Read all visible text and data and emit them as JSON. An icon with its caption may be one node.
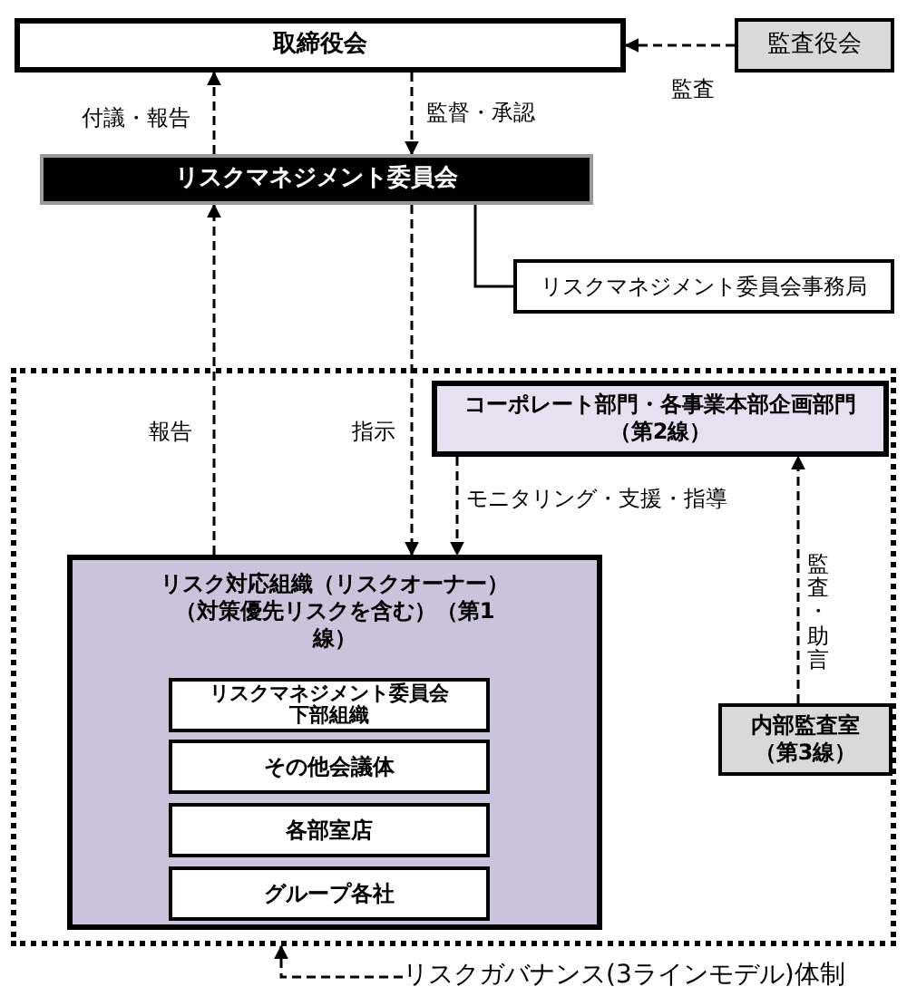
{
  "diagram": {
    "nodes": [
      {
        "text": [
          "取締役会"
        ]
      },
      {
        "text": [
          "監査役会"
        ]
      },
      {
        "text": [
          "リスクマネジメント委員会"
        ]
      },
      {
        "text": [
          "リスクマネジメント委員会事務局"
        ]
      },
      {
        "text": [],
        "shape": "box"
      },
      {
        "text": [
          "コーポレート部門・各事業本部企画部門（第2線）"
        ],
        "in": 4
      },
      {
        "text": [
          "リスク対応組織（リスクオーナー）（対策優先リスクを含む）（第1線）"
        ],
        "in": 4
      },
      {
        "text": [
          "リスクマネジメント委員会下部組織"
        ],
        "in": 6
      },
      {
        "text": [
          "その他会議体"
        ],
        "in": 6
      },
      {
        "text": [
          "各部室店"
        ],
        "in": 6
      },
      {
        "text": [
          "グループ各社"
        ],
        "in": 6
      },
      {
        "text": [
          "内部監査室（第3線）"
        ],
        "in": 4
      },
      {
        "text": [
          "リスクガバナンス(3ラインモデル)体制"
        ]
      }
    ],
    "edges": [
      {
        "from": 2,
        "to": 0,
        "arrow": "to",
        "label": "付議・報告",
        "style": "dashed"
      },
      {
        "from": 0,
        "to": 2,
        "arrow": "to",
        "label": "監督・承認",
        "style": "dashed"
      },
      {
        "from": 1,
        "to": 0,
        "arrow": "to",
        "label": "監査",
        "style": "dashed"
      },
      {
        "from": 2,
        "to": 3,
        "arrow": "none"
      },
      {
        "from": 6,
        "to": 2,
        "arrow": "to",
        "label": "報告",
        "style": "dashed"
      },
      {
        "from": 2,
        "to": 6,
        "arrow": "to",
        "label": "指示",
        "style": "dashed"
      },
      {
        "from": 5,
        "to": 6,
        "arrow": "to",
        "label": "モニタリング・支援・指導",
        "style": "dashed"
      },
      {
        "from": 11,
        "to": 5,
        "arrow": "to",
        "label": "監査・助言",
        "style": "dashed"
      },
      {
        "from": 12,
        "to": 4,
        "arrow": "to",
        "style": "dashed"
      }
    ]
  }
}
